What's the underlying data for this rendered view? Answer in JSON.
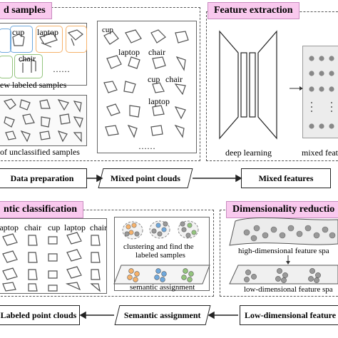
{
  "sections": {
    "labeled_samples": "d samples",
    "feature_extraction": "Feature extraction",
    "semantic_classification": "ntic classification",
    "dimensionality_reduction": "Dimensionality reductio"
  },
  "labeled_panel": {
    "item_labels": [
      "cup",
      "laptop",
      "chair"
    ],
    "ellipsis": "……",
    "caption": "ew labeled samples"
  },
  "unclassified_caption": "of unclassified samples",
  "mixed_panel": {
    "labels": [
      "cup",
      "laptop",
      "chair",
      "cup",
      "chair",
      "laptop"
    ],
    "ellipsis": "……"
  },
  "feature_panel": {
    "deep_learning": "deep learning",
    "mixed_features": "mixed featu",
    "dots": "· · ·"
  },
  "flow_top": {
    "data_preparation": "Data preparation",
    "mixed_point_clouds": "Mixed point clouds",
    "mixed_features": "Mixed features"
  },
  "classified_grid": {
    "row_labels": [
      "laptop",
      "chair",
      "cup",
      "laptop",
      "chair"
    ]
  },
  "clustering_panel": {
    "caption_line1": "clustering and find the",
    "caption_line2": "labeled samples",
    "semantic_assignment": "semantic assignment"
  },
  "dimred_panel": {
    "high_dim": "high-dimensional feature spa",
    "low_dim": "low-dimensional feature spa"
  },
  "flow_bottom": {
    "labeled_point_clouds": "Labeled point clouds",
    "semantic_assignment": "Semantic assignment",
    "low_dim_features": "Low-dimensional feature"
  },
  "colors": {
    "header_pink": "#f9c9ee",
    "box_blue": "#6fa8dc",
    "box_orange": "#f6b26b",
    "box_green": "#93c47d",
    "dot_gray": "#999999"
  }
}
